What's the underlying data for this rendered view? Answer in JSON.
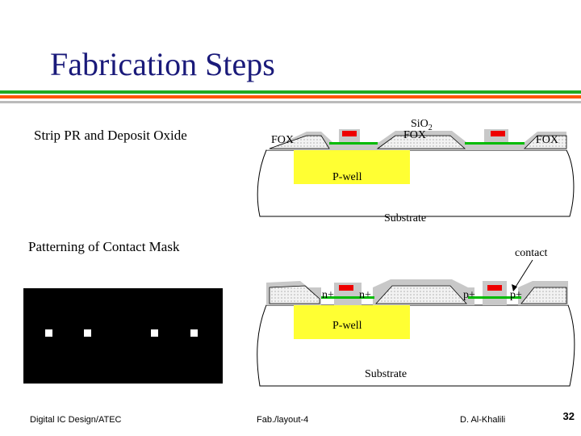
{
  "title": "Fabrication Steps",
  "colors": {
    "title": "#1a1a7a",
    "green_bar": "#22aa22",
    "orange_bar": "#ff5500",
    "pwell": "#ffff33",
    "oxide": "#c8c8c8",
    "poly": "#ee0000",
    "diffusion": "#00bb00"
  },
  "steps": {
    "step1": "Strip PR and Deposit Oxide",
    "step2": "Patterning of Contact Mask"
  },
  "diagram1": {
    "fox_left": "FOX",
    "fox_right": "FOX",
    "sio2_main": "SiO",
    "sio2_sub": "2",
    "sio2_fox": "FOX",
    "pwell": "P-well",
    "substrate": "Substrate"
  },
  "diagram2": {
    "contact": "contact",
    "n1": "n+",
    "n2": "n+",
    "p1": "p+",
    "p2": "p+",
    "pwell": "P-well",
    "substrate": "Substrate"
  },
  "footer": {
    "left": "Digital IC Design/ATEC",
    "center": "Fab./layout-4",
    "right": "D. Al-Khalili",
    "page": "32"
  }
}
